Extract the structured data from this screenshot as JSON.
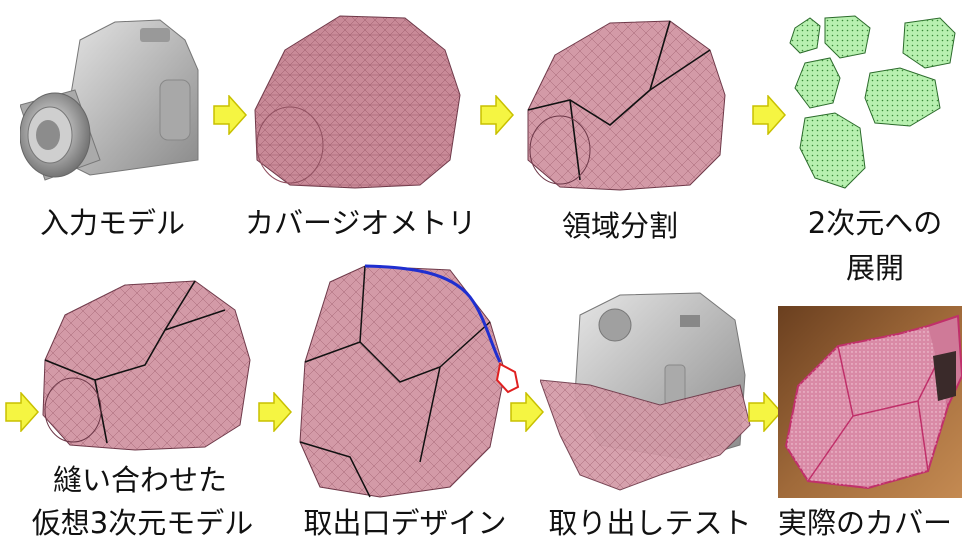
{
  "steps": [
    {
      "label": "入力モデル"
    },
    {
      "label": "カバージオメトリ"
    },
    {
      "label": "領域分割"
    },
    {
      "label_line1": "2次元への",
      "label_line2": "展開"
    },
    {
      "label_line1": "縫い合わせた",
      "label_line2": "仮想3次元モデル"
    },
    {
      "label": "取出口デザイン"
    },
    {
      "label": "取り出しテスト"
    },
    {
      "label": "実際のカバー"
    }
  ],
  "colors": {
    "mesh_fill": "#c98a98",
    "mesh_line": "#8f4f5f",
    "pattern_fill": "#b8f0b0",
    "pattern_line": "#3a8a3a",
    "arrow_fill": "#f5f542",
    "arrow_stroke": "#c8c000",
    "opening_curve": "#1f2fd0",
    "fabric_pink": "#d98aa6",
    "camera_gray": "#b8b8b8"
  }
}
